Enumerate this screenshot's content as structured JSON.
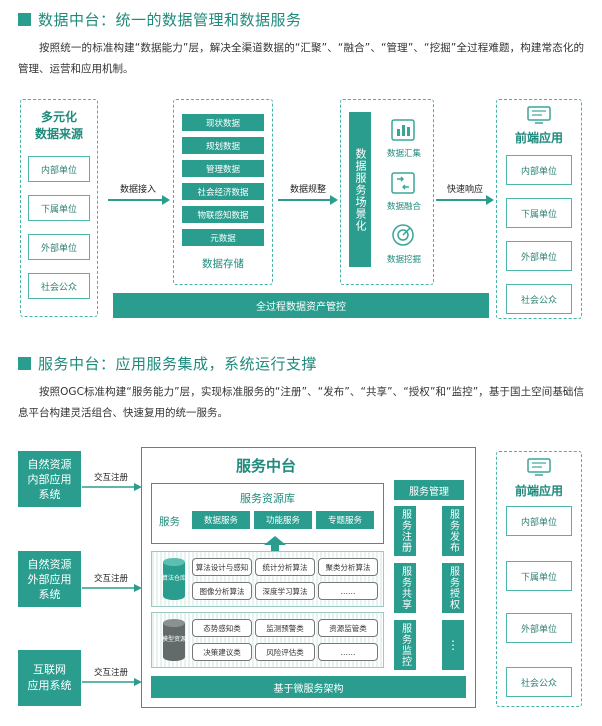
{
  "section1": {
    "title": "数据中台：统一的数据管理和数据服务",
    "paragraph": "按照统一的标准构建“数据能力”层，解决全渠道数据的“汇聚”、“融合”、“管理”、“挖掘”全过程难题，构建常态化的管理、运营和应用机制。",
    "sources": {
      "title_line1": "多元化",
      "title_line2": "数据来源",
      "items": [
        "内部单位",
        "下属单位",
        "外部单位",
        "社会公众"
      ]
    },
    "arrow1_label": "数据接入",
    "storage": {
      "items": [
        "现状数据",
        "规划数据",
        "管理数据",
        "社会经济数据",
        "物联感知数据",
        "元数据"
      ],
      "caption": "数据存储"
    },
    "arrow2_label": "数据规整",
    "service_scene": {
      "vertical_label": "数据服务场景化",
      "items": [
        "数据汇集",
        "数据融合",
        "数据挖掘"
      ]
    },
    "arrow3_label": "快速响应",
    "frontend": {
      "title": "前端应用",
      "items": [
        "内部单位",
        "下属单位",
        "外部单位",
        "社会公众"
      ]
    },
    "bottom_bar": "全过程数据资产管控"
  },
  "section2": {
    "title": "服务中台：应用服务集成，系统运行支撑",
    "paragraph": "按照OGC标准构建“服务能力”层，实现标准服务的“注册”、“发布”、“共享”、“授权”和“监控”，基于国土空间基础信息平台构建灵活组合、快速复用的统一服务。",
    "left_systems": [
      {
        "line1": "自然资源",
        "line2": "内部应用",
        "line3": "系统",
        "arrow": "交互注册"
      },
      {
        "line1": "自然资源",
        "line2": "外部应用",
        "line3": "系统",
        "arrow": "交互注册"
      },
      {
        "line1": "互联网",
        "line2": "应用系统",
        "line3": "",
        "arrow": "交互注册"
      }
    ],
    "platform_title": "服务中台",
    "resource_lib": {
      "title": "服务资源库",
      "row_label": "服务",
      "items": [
        "数据服务",
        "功能服务",
        "专题服务"
      ]
    },
    "algo_warehouse": {
      "label": "算法仓库",
      "row1": [
        "算法设计与感知",
        "统计分析算法",
        "聚类分析算法"
      ],
      "row2": [
        "图像分析算法",
        "深度学习算法",
        "……"
      ]
    },
    "model_resources": {
      "label": "模型资源",
      "row1": [
        "态势感知类",
        "监测预警类",
        "资源监管类"
      ],
      "row2": [
        "决策建议类",
        "风险评估类",
        "……"
      ]
    },
    "platform_base": "基于微服务架构",
    "management": {
      "title": "服务管理",
      "items": [
        "服务注册",
        "服务发布",
        "服务共享",
        "服务授权",
        "服务监控",
        "⋮"
      ]
    },
    "frontend": {
      "title": "前端应用",
      "items": [
        "内部单位",
        "下属单位",
        "外部单位",
        "社会公众"
      ]
    }
  }
}
